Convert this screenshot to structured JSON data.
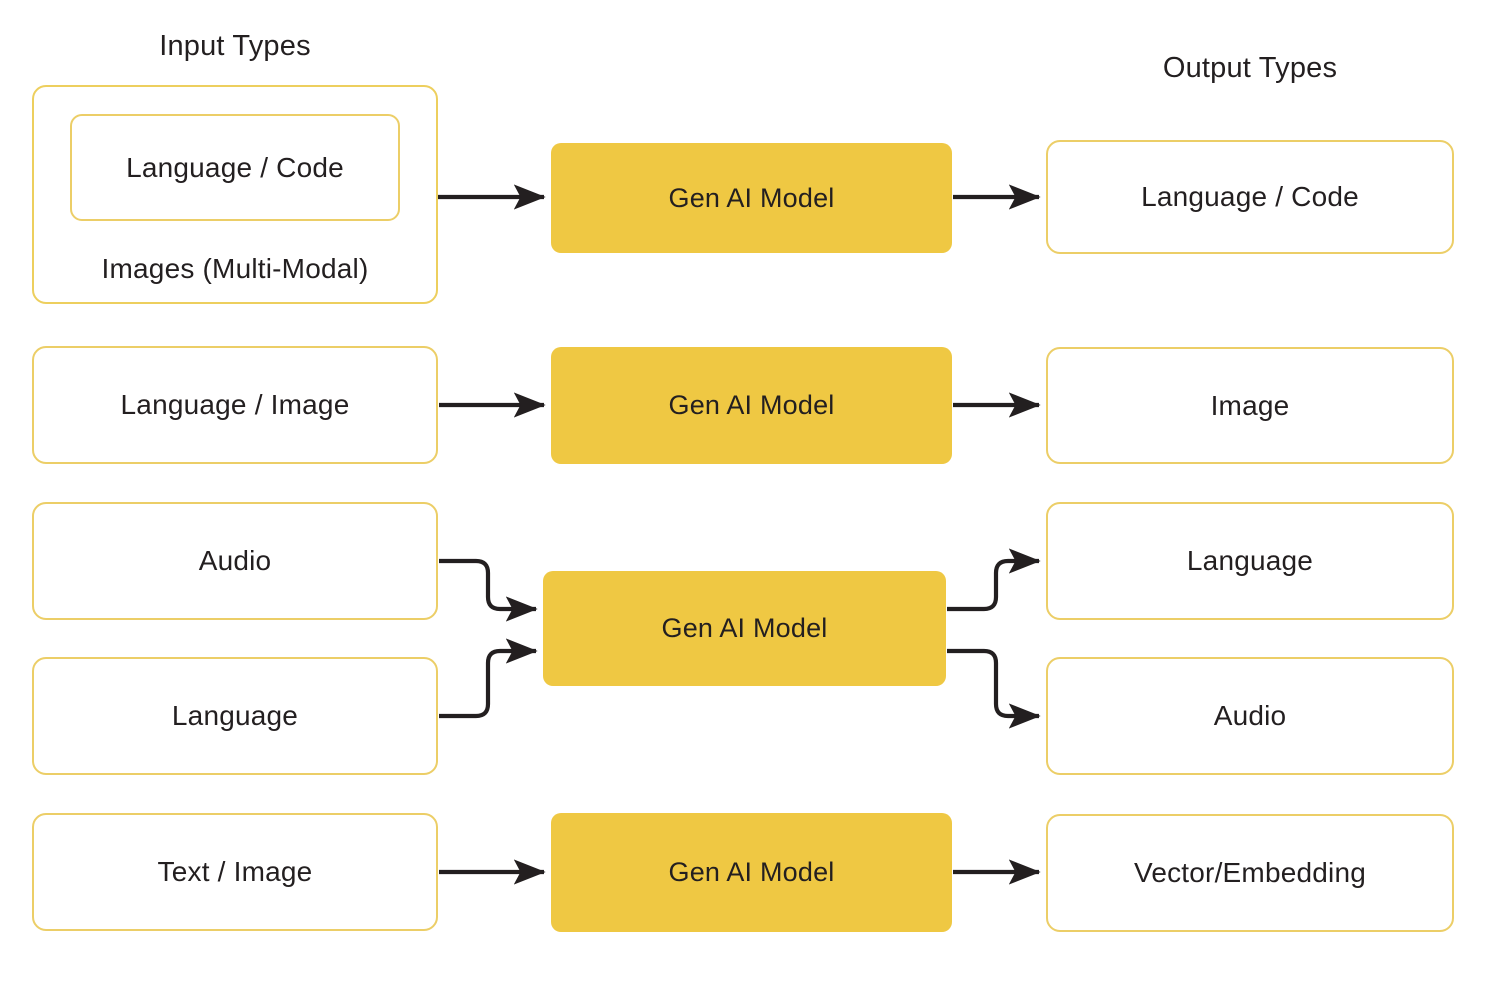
{
  "headers": {
    "input": "Input Types",
    "output": "Output Types"
  },
  "rows": [
    {
      "id": "row-language-code",
      "input": {
        "label": "Images (Multi-Modal)",
        "nested_label": "Language / Code"
      },
      "model": {
        "label": "Gen AI Model"
      },
      "outputs": [
        {
          "label": "Language / Code"
        }
      ]
    },
    {
      "id": "row-language-image",
      "input": {
        "label": "Language / Image"
      },
      "model": {
        "label": "Gen AI Model"
      },
      "outputs": [
        {
          "label": "Image"
        }
      ]
    },
    {
      "id": "row-audio-language",
      "inputs": [
        {
          "label": "Audio"
        },
        {
          "label": "Language"
        }
      ],
      "model": {
        "label": "Gen AI Model"
      },
      "outputs": [
        {
          "label": "Language"
        },
        {
          "label": "Audio"
        }
      ]
    },
    {
      "id": "row-vector-embedding",
      "input": {
        "label": "Text / Image"
      },
      "model": {
        "label": "Gen AI Model"
      },
      "outputs": [
        {
          "label": "Vector/Embedding"
        }
      ]
    }
  ],
  "colors": {
    "model_fill": "#efc843",
    "box_border": "#ecce67",
    "text": "#231f20",
    "arrow": "#231f20",
    "background": "#ffffff"
  }
}
